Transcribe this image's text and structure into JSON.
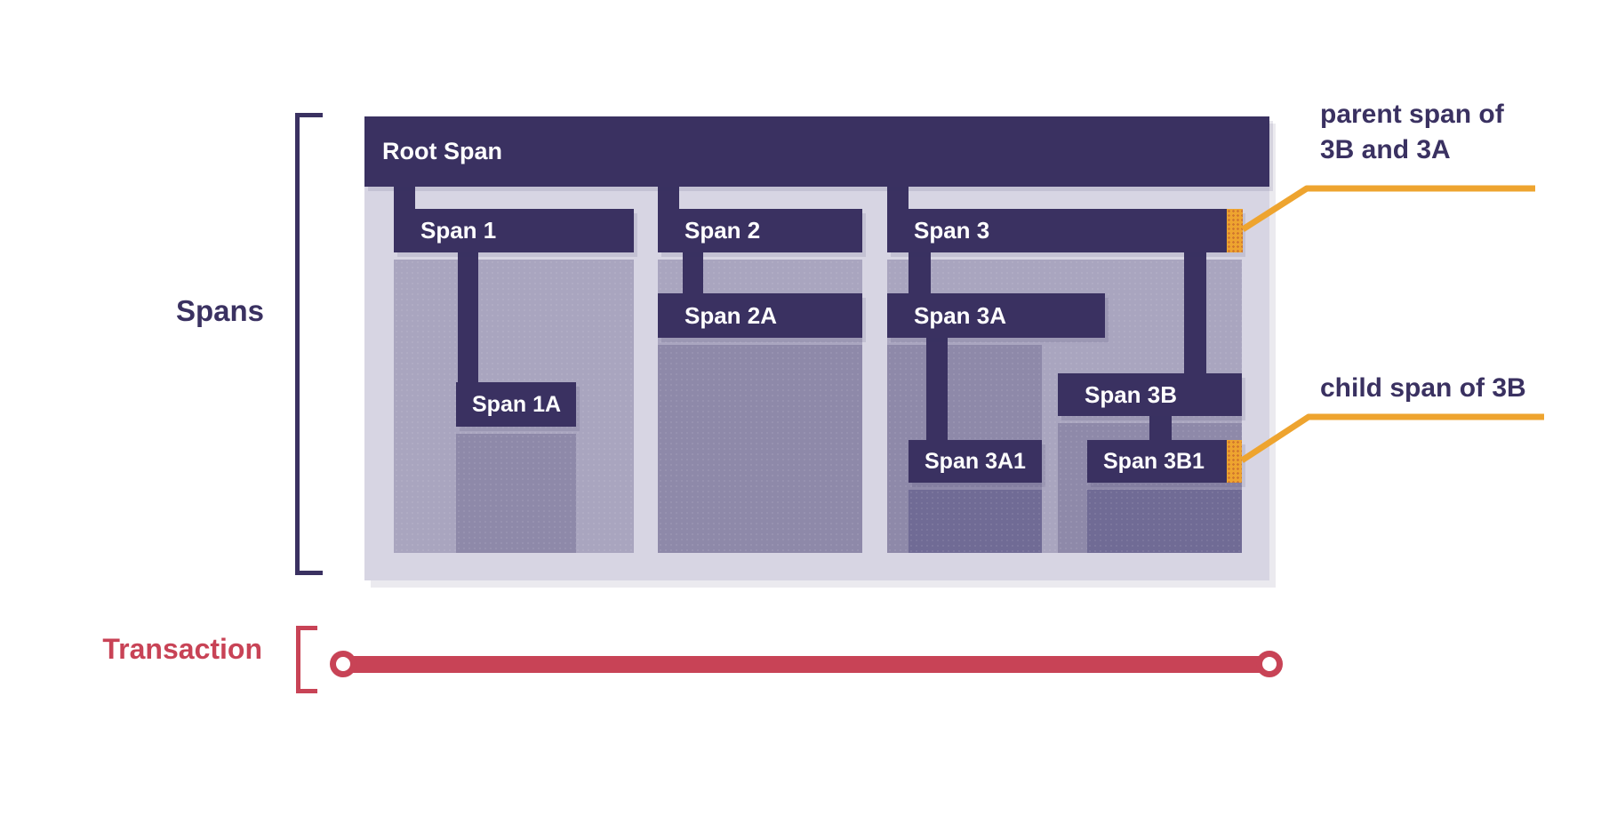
{
  "diagram": {
    "spans_label": "Spans",
    "transaction_label": "Transaction",
    "spans": {
      "root": {
        "label": "Root Span"
      },
      "span1": {
        "label": "Span 1"
      },
      "span1a": {
        "label": "Span 1A"
      },
      "span2": {
        "label": "Span 2"
      },
      "span2a": {
        "label": "Span 2A"
      },
      "span3": {
        "label": "Span 3"
      },
      "span3a": {
        "label": "Span 3A"
      },
      "span3a1": {
        "label": "Span 3A1"
      },
      "span3b": {
        "label": "Span 3B"
      },
      "span3b1": {
        "label": "Span 3B1"
      }
    },
    "annotations": {
      "parent_span_note": "parent span of 3B and 3A",
      "child_span_note": "child span of 3B"
    },
    "colors": {
      "bar_navy": "#3A3161",
      "container_lavender": "#D7D5E3",
      "region_level2": "#A9A5BF",
      "region_level3": "#8E89A9",
      "region_level4": "#706B95",
      "marker_orange": "#EEA42F",
      "transaction_red": "#C84356",
      "text_navy": "#3A3161",
      "label_white": "#FFFFFF",
      "background": "#FFFFFF"
    }
  }
}
